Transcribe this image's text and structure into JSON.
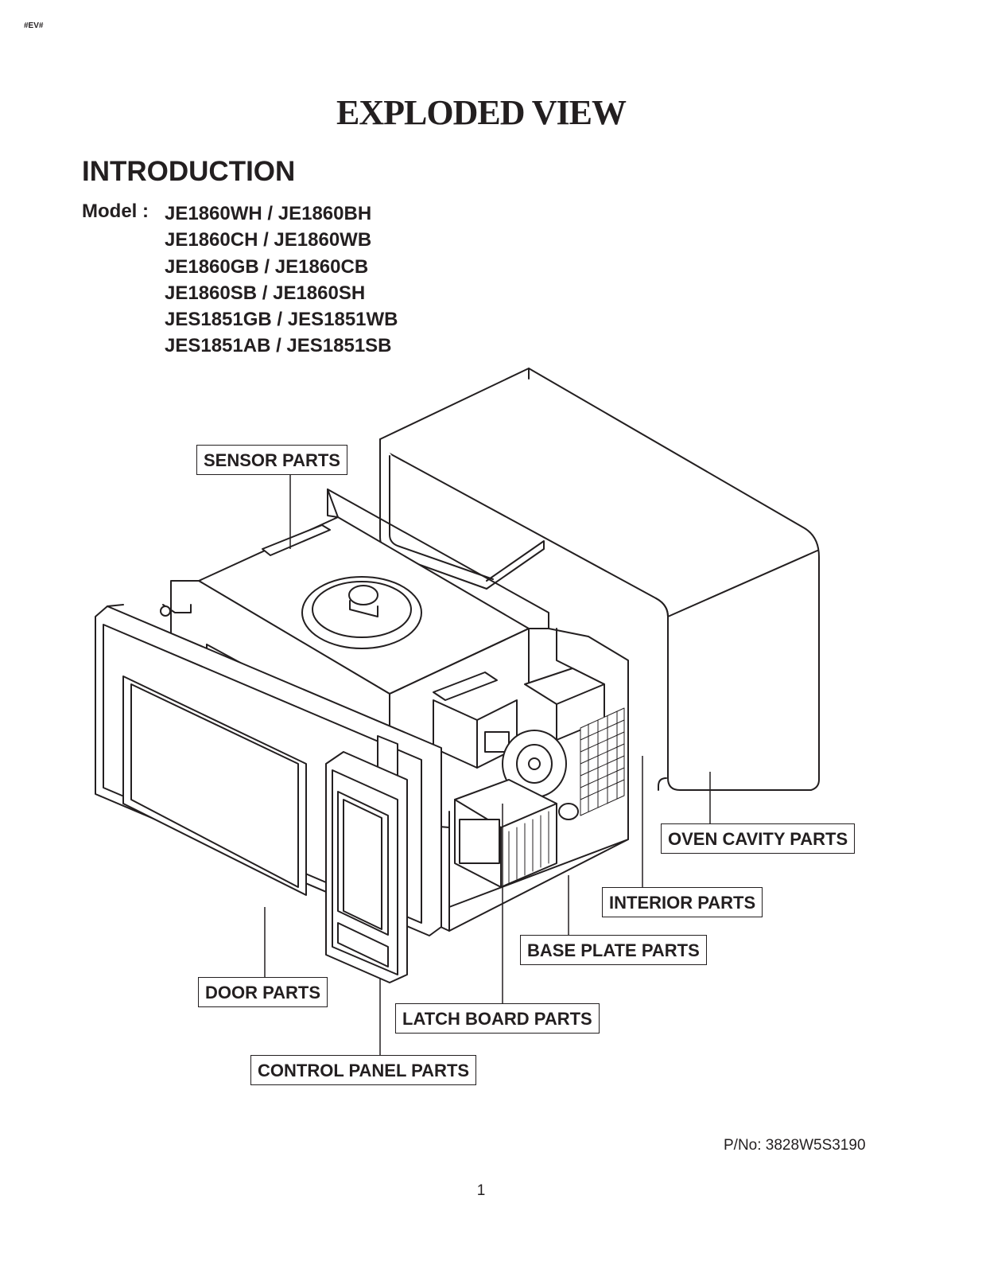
{
  "header": {
    "corner_tag": "#EV#",
    "title": "EXPLODED VIEW"
  },
  "introduction": {
    "heading": "INTRODUCTION",
    "model_label": "Model :",
    "models": [
      "JE1860WH / JE1860BH",
      "JE1860CH / JE1860WB",
      "JE1860GB / JE1860CB",
      "JE1860SB / JE1860SH",
      "JES1851GB / JES1851WB",
      "JES1851AB / JES1851SB"
    ]
  },
  "diagram": {
    "callouts": {
      "sensor": "SENSOR PARTS",
      "oven_cavity": "OVEN CAVITY PARTS",
      "interior": "INTERIOR PARTS",
      "base_plate": "BASE PLATE PARTS",
      "door": "DOOR PARTS",
      "latch_board": "LATCH BOARD PARTS",
      "control_panel": "CONTROL PANEL PARTS"
    }
  },
  "footer": {
    "part_number": "P/No: 3828W5S3190",
    "page": "1"
  }
}
